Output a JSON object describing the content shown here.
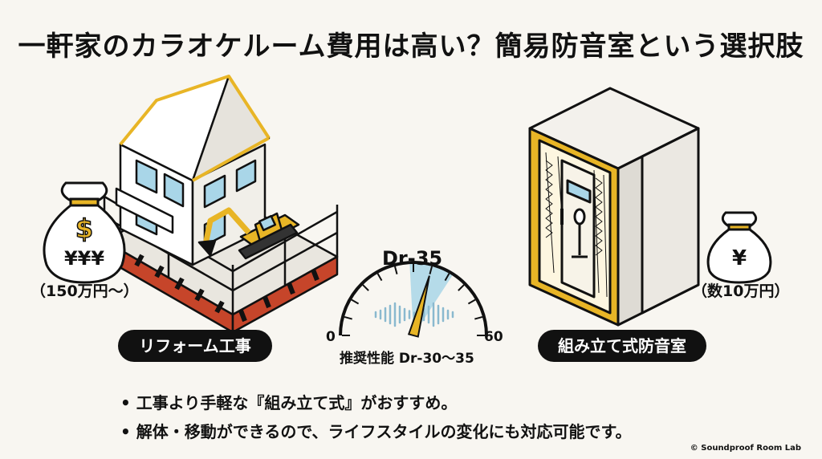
{
  "title": "一軒家のカラオケルーム費用は高い？簡易防音室という選択肢",
  "left": {
    "bag_label": "¥¥¥",
    "price": "（150万円〜）",
    "pill": "リフォーム工事"
  },
  "right": {
    "bag_label": "¥",
    "price": "（数10万円）",
    "pill": "組み立て式防音室"
  },
  "gauge": {
    "top_label": "Dr-35",
    "min_label": "0",
    "max_label": "60",
    "caption": "推奨性能 Dr-30〜35",
    "min": 0,
    "max": 60,
    "value": 35
  },
  "bullets": [
    "工事より手軽な『組み立て式』がおすすめ。",
    "解体・移動ができるので、ライフスタイルの変化にも対応可能です。"
  ],
  "copyright": "© Soundproof Room Lab",
  "colors": {
    "accent": "#e8b526",
    "dark": "#111111",
    "stripe": "#c6452a",
    "highlight": "#a9d6e8"
  }
}
